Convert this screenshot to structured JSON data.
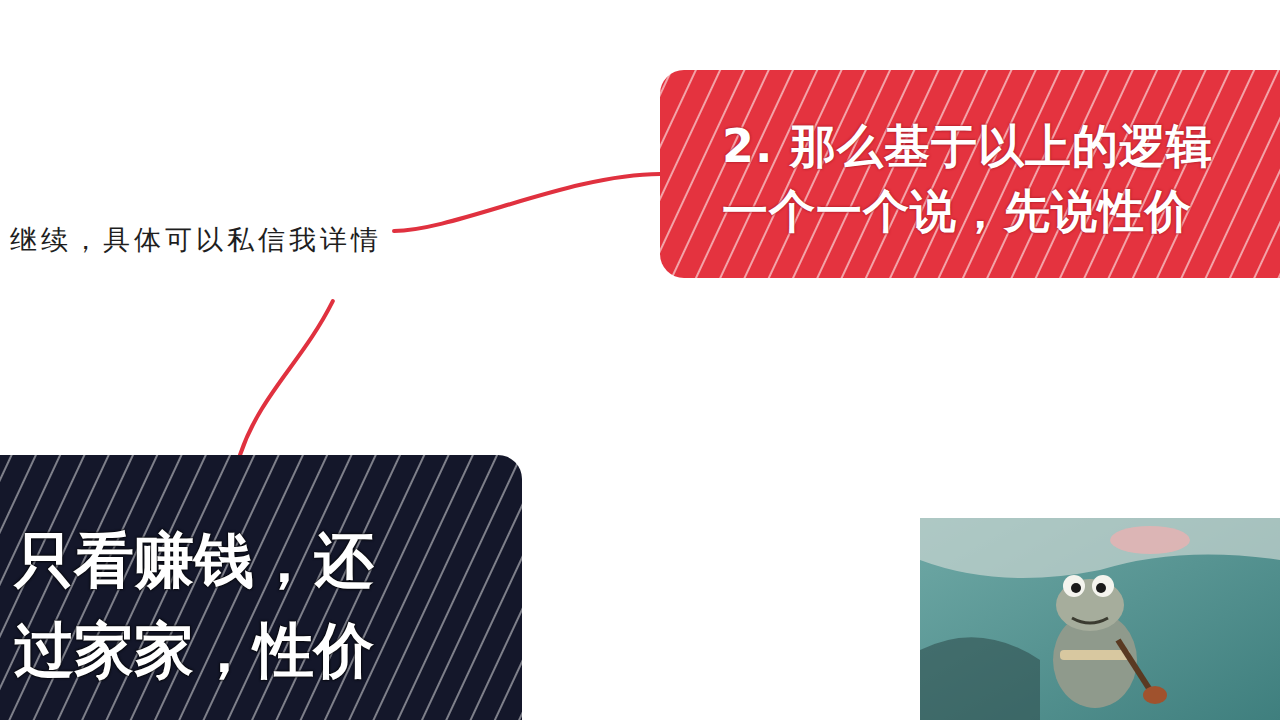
{
  "diagram": {
    "nodes": [
      {
        "text": [
          "2. 那么基于以上的逻辑 一个一个说，先说性价"
        ]
      },
      {
        "text": [
          "继续，具体可以私信我详情"
        ]
      },
      {
        "text": [
          "只看赚钱，还 过家家，性价"
        ]
      }
    ],
    "edges": [
      {
        "from": 0,
        "to": 1,
        "arrow": "none"
      },
      {
        "from": 1,
        "to": 2,
        "arrow": "none"
      }
    ]
  }
}
